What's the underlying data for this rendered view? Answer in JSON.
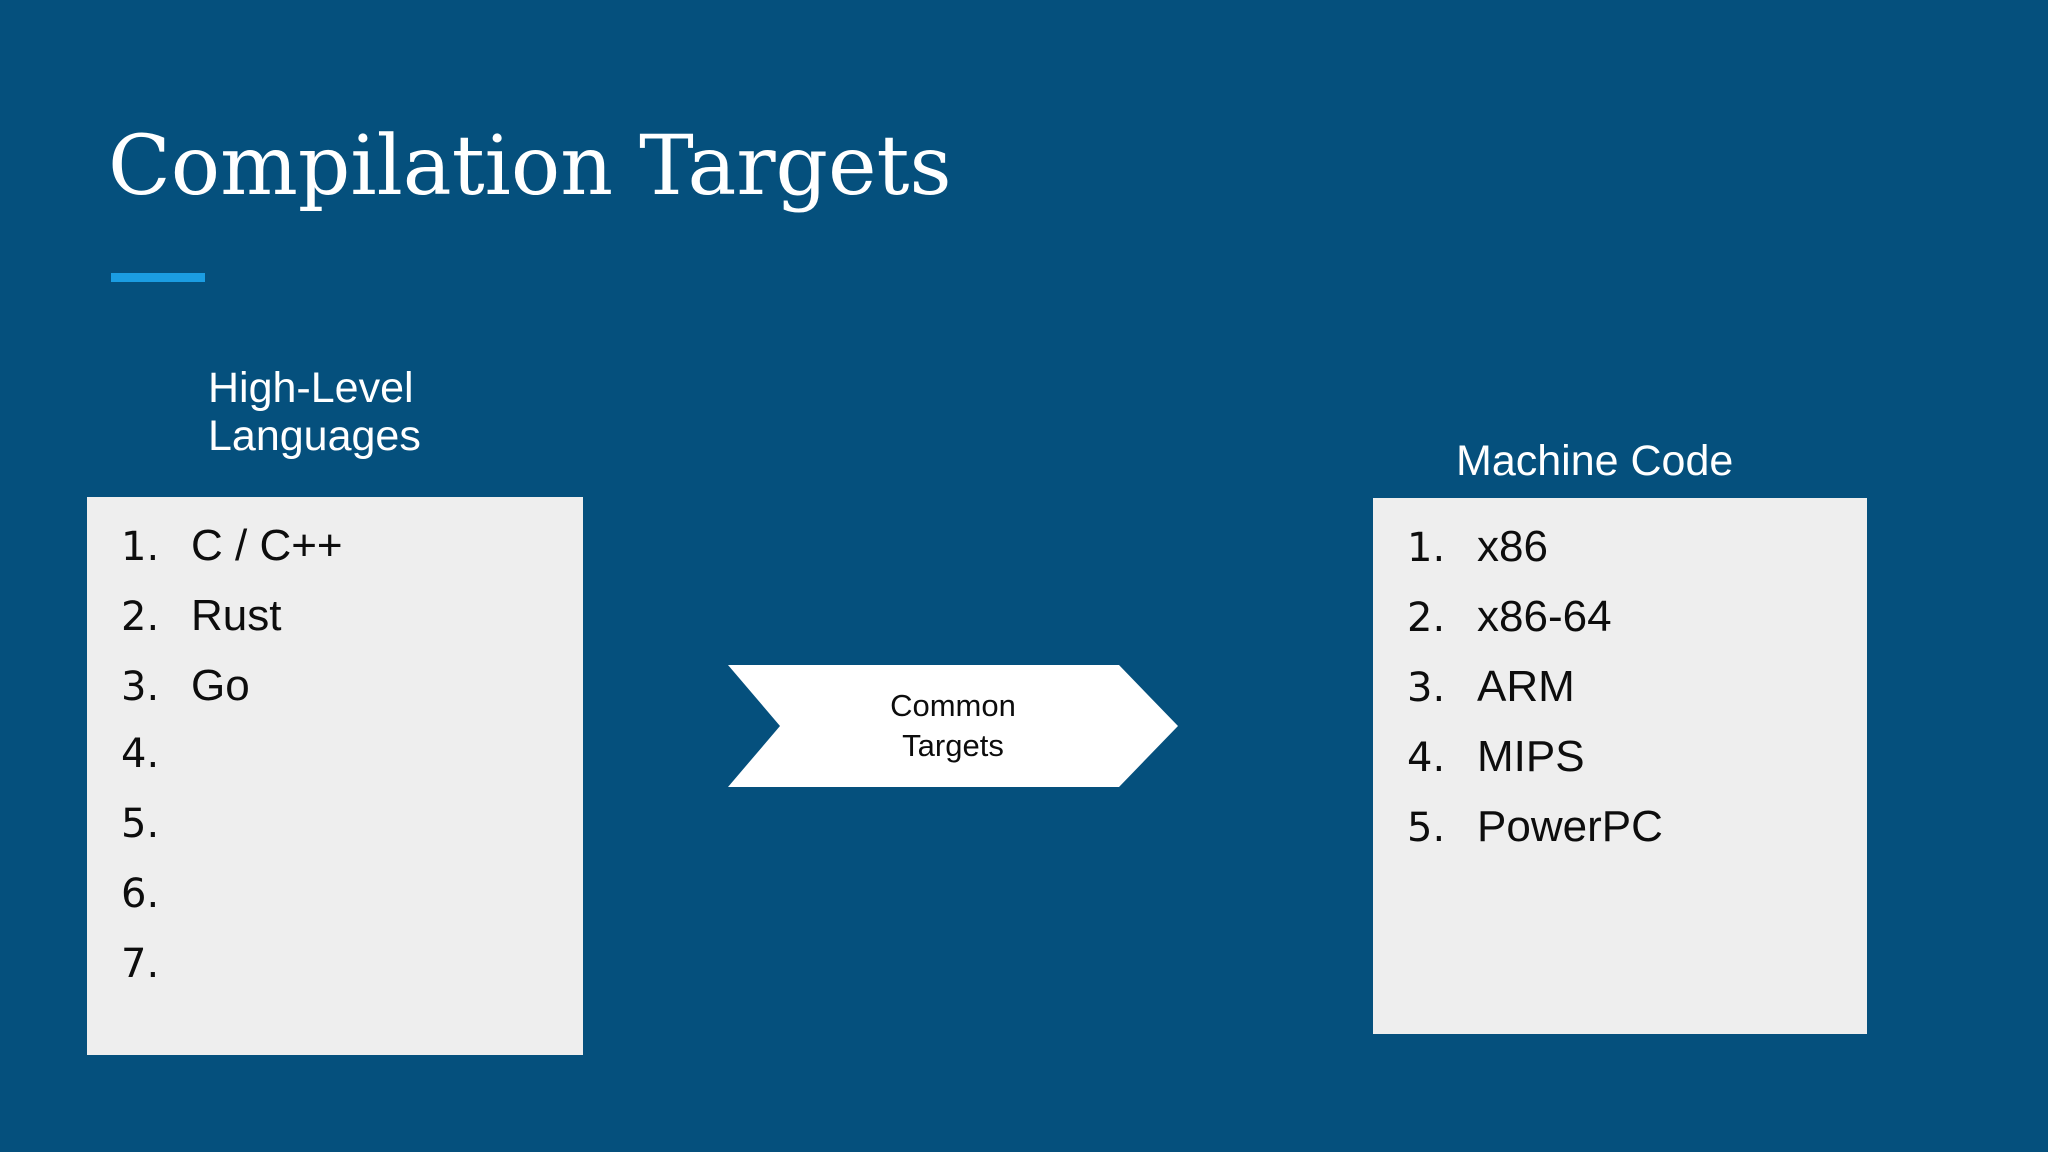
{
  "slide": {
    "title": "Compilation Targets",
    "background_color": "#05507d",
    "accent_color": "#1b9de2",
    "panel_color": "#eeeeee"
  },
  "left_column": {
    "header": "High-Level\nLanguages",
    "header_line_1": "High-Level",
    "header_line_2": "Languages",
    "items": [
      {
        "num": "1.",
        "text": "C / C++"
      },
      {
        "num": "2.",
        "text": "Rust"
      },
      {
        "num": "3.",
        "text": "Go"
      },
      {
        "num": "4.",
        "text": ""
      },
      {
        "num": "5.",
        "text": ""
      },
      {
        "num": "6.",
        "text": ""
      },
      {
        "num": "7.",
        "text": ""
      }
    ]
  },
  "right_column": {
    "header": "Machine Code",
    "items": [
      {
        "num": "1.",
        "text": "x86"
      },
      {
        "num": "2.",
        "text": "x86-64"
      },
      {
        "num": "3.",
        "text": "ARM"
      },
      {
        "num": "4.",
        "text": "MIPS"
      },
      {
        "num": "5.",
        "text": "PowerPC"
      }
    ]
  },
  "connector": {
    "label_line_1": "Common",
    "label_line_2": "Targets",
    "shape": "chevron-arrow-right",
    "fill_color": "#ffffff"
  }
}
